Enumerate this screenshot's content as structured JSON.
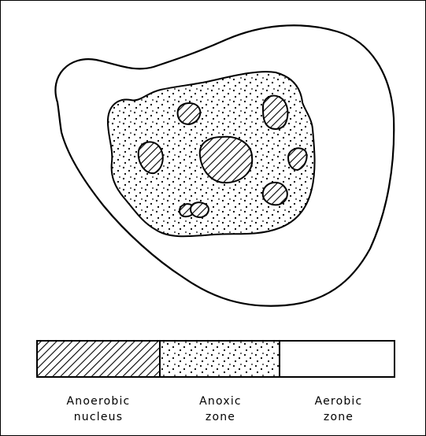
{
  "colors": {
    "ink": "#000000",
    "paper": "#ffffff"
  },
  "legend": [
    {
      "key": "anaerobic",
      "pattern": "hatched",
      "line1": "Anoerobic",
      "line2": "nucleus"
    },
    {
      "key": "anoxic",
      "pattern": "dotted",
      "line1": "Anoxic",
      "line2": "zone"
    },
    {
      "key": "aerobic",
      "pattern": "blank",
      "line1": "Aerobic",
      "line2": "zone"
    }
  ]
}
